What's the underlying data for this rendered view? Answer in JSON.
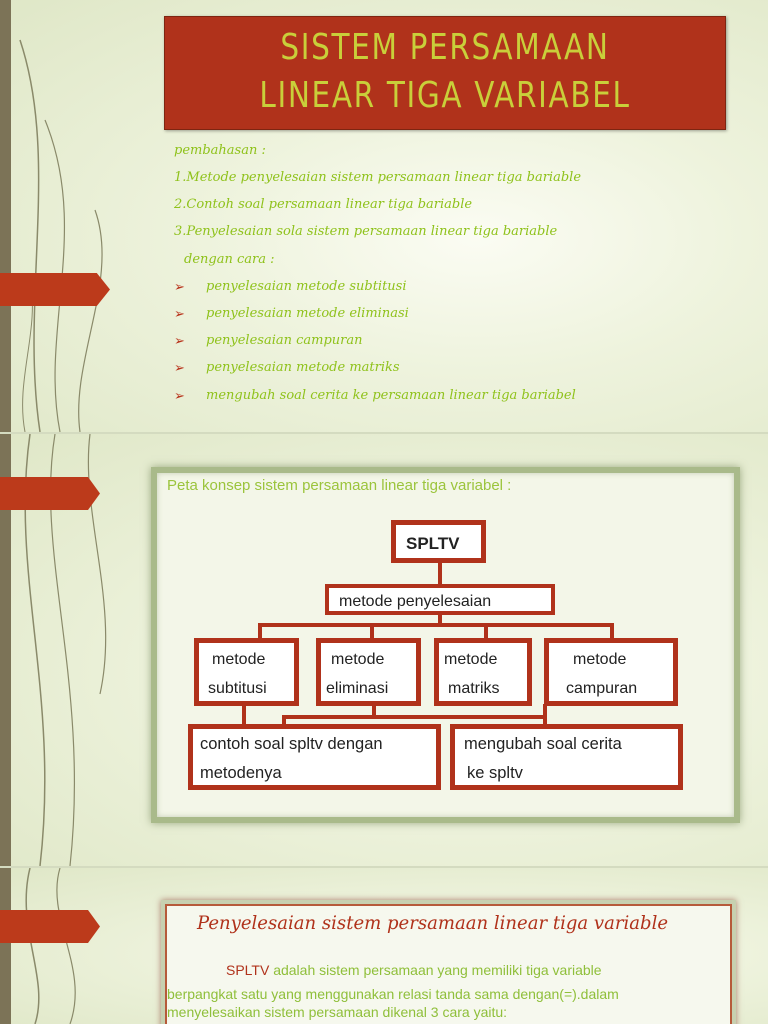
{
  "colors": {
    "accent_red": "#b0321b",
    "title_yellow": "#c9cf3a",
    "text_green": "#8fc21b"
  },
  "slide1": {
    "title_line1": "SISTEM PERSAMAAN",
    "title_line2": "LINEAR TIGA VARIABEL",
    "intro": "pembahasan :",
    "items": [
      "1.Metode penyelesaian sistem persamaan linear tiga bariable",
      "2.Contoh soal persamaan linear tiga bariable",
      "3.Penyelesaian sola sistem persamaan linear tiga bariable"
    ],
    "with_ways": "dengan cara :",
    "bullet_icon": "arrow-bullet-icon",
    "bullet_glyph": "➢",
    "bullets": [
      "penyelesaian metode subtitusi",
      "penyelesaian metode eliminasi",
      "penyelesaian campuran",
      "penyelesaian metode matriks",
      "mengubah soal cerita ke persamaan linear tiga bariabel"
    ]
  },
  "slide2": {
    "map_title": "Peta konsep sistem  persamaan linear tiga variabel :",
    "root": "SPLTV",
    "level2": "metode penyelesaian",
    "methods": [
      {
        "line1": "metode",
        "line2": "subtitusi"
      },
      {
        "line1": "metode",
        "line2": "eliminasi"
      },
      {
        "line1": "metode",
        "line2": "matriks"
      },
      {
        "line1": "metode",
        "line2": "campuran"
      }
    ],
    "bottom_left": {
      "line1": "contoh soal spltv dengan",
      "line2": "metodenya"
    },
    "bottom_right": {
      "line1": "mengubah soal cerita",
      "line2": "ke spltv"
    }
  },
  "slide3": {
    "title": "Penyelesaian sistem persamaan linear tiga variable",
    "term": "SPLTV",
    "line1_rest": "adalah sistem persamaan yang memiliki tiga variable",
    "line2": "berpangkat satu yang menggunakan relasi tanda sama dengan(=).dalam",
    "line3": "menyelesaikan sistem persamaan dikenal 3 cara yaitu:"
  }
}
